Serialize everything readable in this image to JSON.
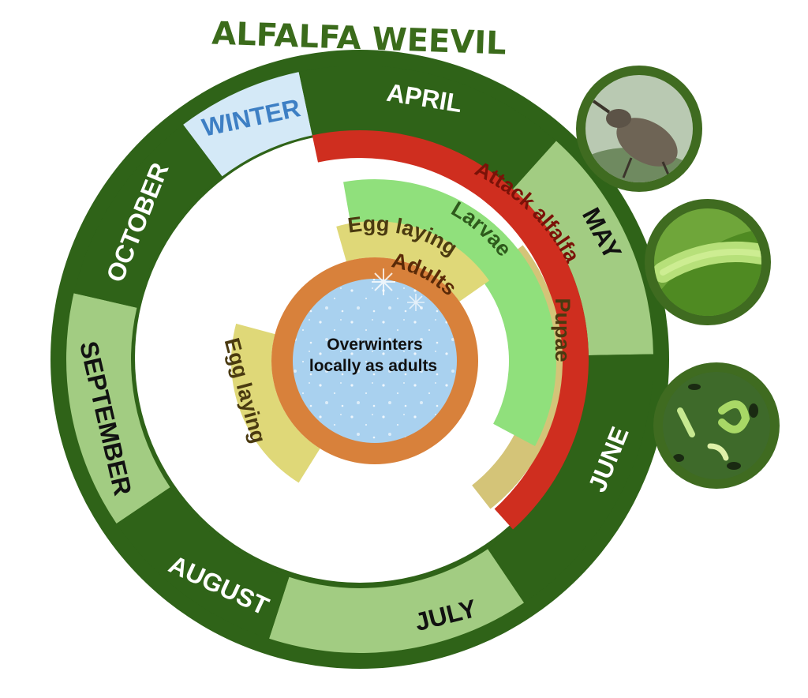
{
  "title": "ALFALFA WEEVIL",
  "colors": {
    "dark_green": "#2f6318",
    "light_green": "#a2cc82",
    "winter_bg": "#d4e9f7",
    "winter_text": "#3d7fc4",
    "attack_red": "#cf2e1f",
    "larvae_green": "#90e07c",
    "egg_yellow": "#dfd878",
    "pupae_tan": "#d4c478",
    "adults_orange": "#d8813b",
    "center_blue": "#a9d1ef"
  },
  "months": [
    {
      "label": "WINTER",
      "color": "winter_bg",
      "text_color": "winter_text"
    },
    {
      "label": "APRIL",
      "color": "dark_green",
      "text_color": "#ffffff"
    },
    {
      "label": "MAY",
      "color": "light_green",
      "text_color": "#111111"
    },
    {
      "label": "JUNE",
      "color": "dark_green",
      "text_color": "#ffffff"
    },
    {
      "label": "JULY",
      "color": "light_green",
      "text_color": "#111111"
    },
    {
      "label": "AUGUST",
      "color": "dark_green",
      "text_color": "#ffffff"
    },
    {
      "label": "SEPTEMBER",
      "color": "light_green",
      "text_color": "#111111"
    },
    {
      "label": "OCTOBER",
      "color": "dark_green",
      "text_color": "#ffffff"
    }
  ],
  "stages": [
    {
      "label": "Attack alfalfa",
      "color": "attack_red",
      "text_color": "#7a1208"
    },
    {
      "label": "Larvae",
      "color": "larvae_green",
      "text_color": "#2e5a1c"
    },
    {
      "label": "Pupae",
      "color": "pupae_tan",
      "text_color": "#4a3a10"
    },
    {
      "label": "Egg laying",
      "color": "egg_yellow",
      "text_color": "#4a3a10"
    },
    {
      "label": "Adults",
      "color": "adults_orange",
      "text_color": "#5a2a08"
    },
    {
      "label": "Egg laying",
      "color": "egg_yellow",
      "text_color": "#4a3a10"
    }
  ],
  "center": {
    "line1": "Overwinters",
    "line2": "locally as adults"
  },
  "photos": [
    {
      "icon": "adult-weevil-photo"
    },
    {
      "icon": "larva-on-leaf-photo"
    },
    {
      "icon": "larvae-damage-photo"
    }
  ]
}
